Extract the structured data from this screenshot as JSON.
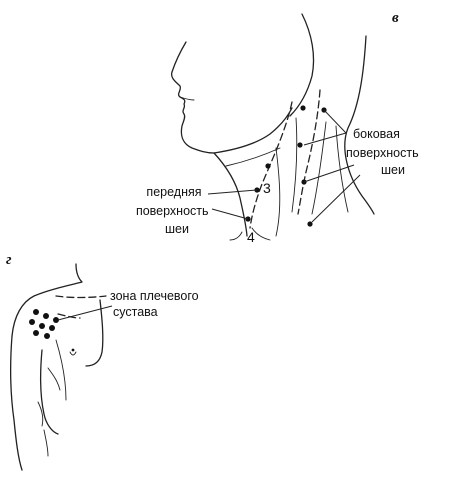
{
  "panel_v": {
    "letter": "в",
    "front_label": [
      "передняя",
      "поверхность",
      "шеи"
    ],
    "side_label": [
      "боковая",
      "поверхность",
      "шеи"
    ],
    "point_numbers": [
      "3",
      "4"
    ]
  },
  "panel_g": {
    "letter": "г",
    "zone_label": [
      "зона плечевого",
      "сустава"
    ]
  }
}
